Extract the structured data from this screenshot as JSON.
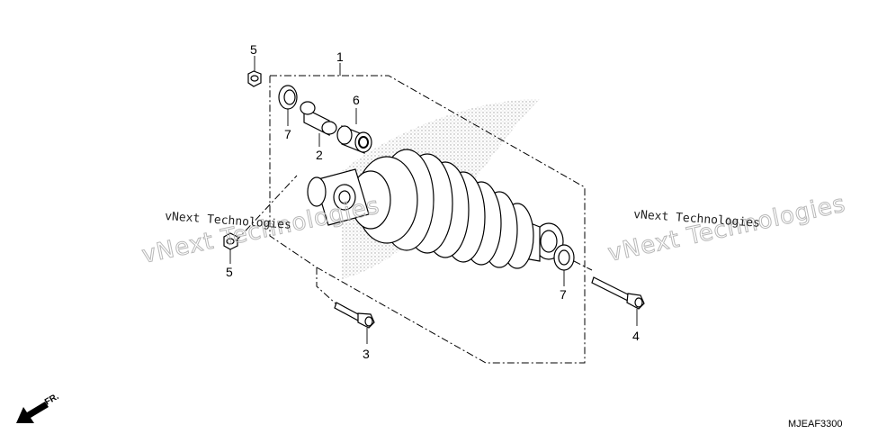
{
  "callouts": [
    {
      "label": "1"
    },
    {
      "label": "2"
    },
    {
      "label": "3"
    },
    {
      "label": "4"
    },
    {
      "label": "5"
    },
    {
      "label": "5"
    },
    {
      "label": "6"
    },
    {
      "label": "7"
    },
    {
      "label": "7"
    }
  ],
  "watermarks": [
    {
      "small": "vNext Technologies",
      "big": "vNext Technologies"
    },
    {
      "small": "vNext Technologies",
      "big": "vNext Technologies"
    }
  ],
  "direction_label": "FR.",
  "diagram_code": "MJEAF3300",
  "icons": [
    "front-direction-arrow-icon"
  ]
}
